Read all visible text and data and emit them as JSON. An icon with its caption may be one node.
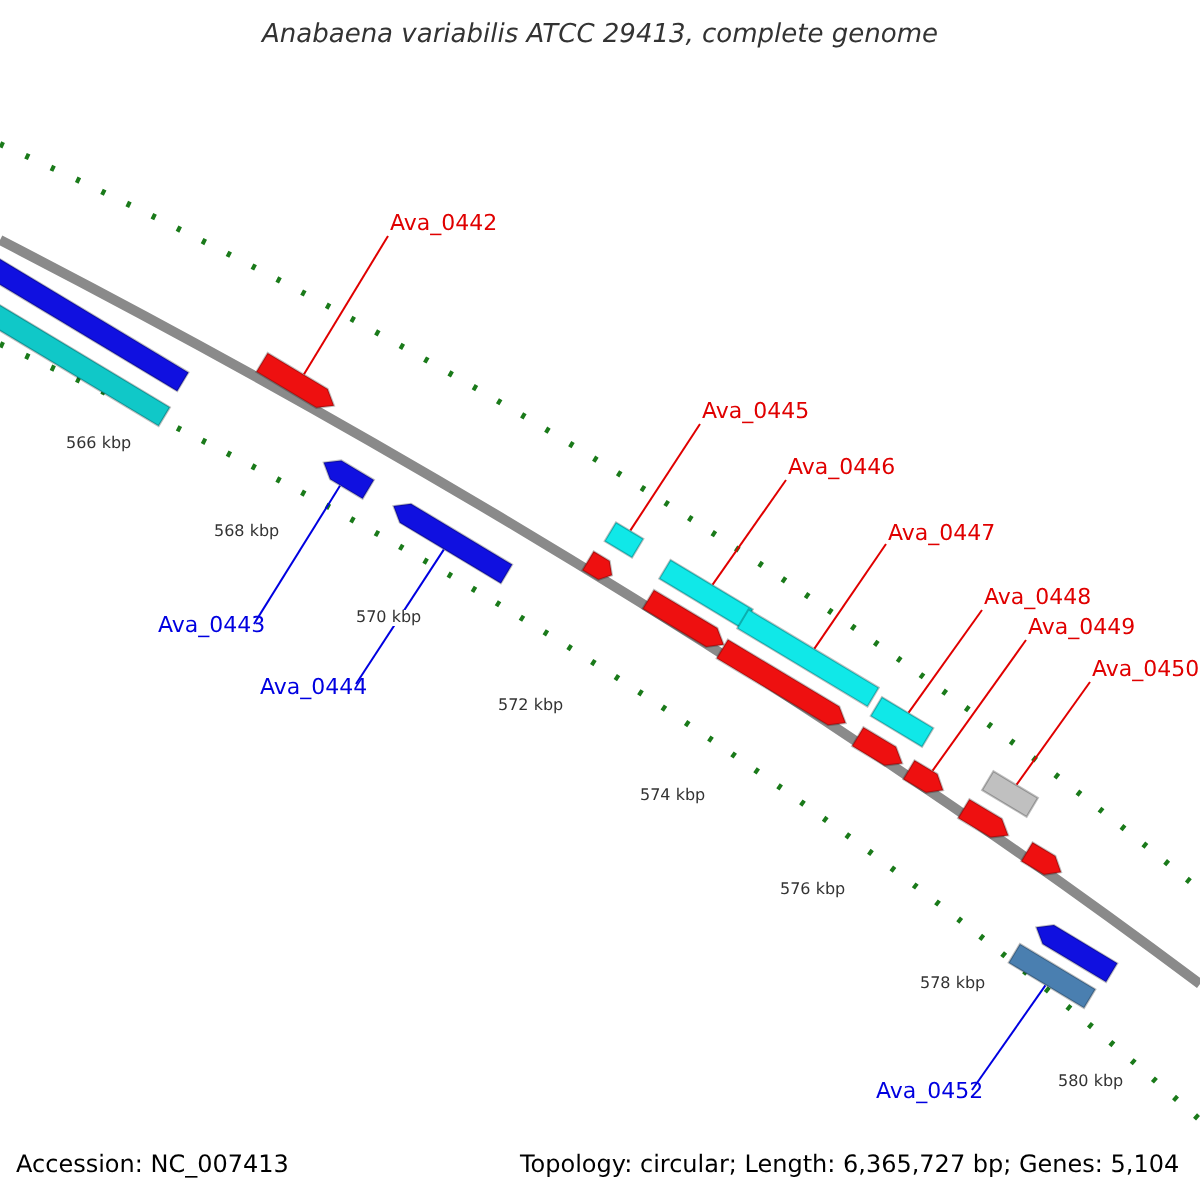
{
  "diagram": {
    "title": "Anabaena variabilis ATCC 29413, complete genome",
    "nodes": [
      {
        "text": [
          "Ava_0442"
        ]
      },
      {
        "text": [
          "Ava_0443"
        ]
      },
      {
        "text": [
          "Ava_0444"
        ]
      },
      {
        "text": [
          "Ava_0445"
        ]
      },
      {
        "text": [
          "Ava_0446"
        ]
      },
      {
        "text": [
          "Ava_0447"
        ]
      },
      {
        "text": [
          "Ava_0448"
        ]
      },
      {
        "text": [
          "Ava_0449"
        ]
      },
      {
        "text": [
          "Ava_0450"
        ]
      },
      {
        "text": [
          "Ava_0452"
        ]
      },
      {
        "text": [],
        "shape": "bar"
      },
      {
        "text": [],
        "shape": "bar"
      },
      {
        "text": [],
        "shape": "arrow"
      },
      {
        "text": [],
        "shape": "arrow"
      },
      {
        "text": [],
        "shape": "arrow"
      },
      {
        "text": [],
        "shape": "arrow"
      },
      {
        "text": [],
        "shape": "bar"
      },
      {
        "text": [],
        "shape": "arrow"
      },
      {
        "text": [],
        "shape": "bar"
      },
      {
        "text": [],
        "shape": "arrow"
      },
      {
        "text": [],
        "shape": "bar"
      },
      {
        "text": [],
        "shape": "arrow"
      },
      {
        "text": [],
        "shape": "bar"
      },
      {
        "text": [],
        "shape": "arrow"
      },
      {
        "text": [],
        "shape": "arrow"
      },
      {
        "text": [],
        "shape": "bar"
      },
      {
        "text": [],
        "shape": "arrow"
      },
      {
        "text": [],
        "shape": "bar"
      },
      {
        "text": [],
        "shape": "arrow"
      }
    ],
    "edges": [
      {
        "from": 0,
        "to": 12,
        "arrow": "none"
      },
      {
        "from": 1,
        "to": 13,
        "arrow": "none",
        "color": "#0000e0"
      },
      {
        "from": 2,
        "to": 14,
        "arrow": "none",
        "color": "#0000e0"
      },
      {
        "from": 3,
        "to": 16,
        "arrow": "none"
      },
      {
        "from": 4,
        "to": 18,
        "arrow": "none"
      },
      {
        "from": 5,
        "to": 20,
        "arrow": "none"
      },
      {
        "from": 6,
        "to": 22,
        "arrow": "none"
      },
      {
        "from": 7,
        "to": 23,
        "arrow": "none"
      },
      {
        "from": 8,
        "to": 25,
        "arrow": "none"
      },
      {
        "from": 9,
        "to": 27,
        "arrow": "none",
        "color": "#0000e0"
      }
    ],
    "labels": [
      "566 kbp",
      "568 kbp",
      "570 kbp",
      "572 kbp",
      "574 kbp",
      "576 kbp",
      "578 kbp",
      "580 kbp",
      "Accession: NC_007413",
      "Topology: circular; Length: 6,365,727 bp; Genes: 5,104"
    ]
  }
}
